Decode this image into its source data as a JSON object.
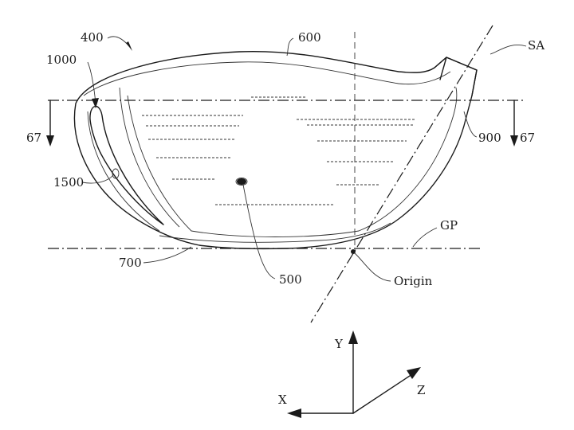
{
  "labels": {
    "l400": "400",
    "l600": "600",
    "lSA": "SA",
    "l1000": "1000",
    "l67left": "67",
    "l67right": "67",
    "l900": "900",
    "l1500": "1500",
    "lGP": "GP",
    "l700": "700",
    "l500": "500",
    "lOrigin": "Origin",
    "lY": "Y",
    "lZ": "Z",
    "lX": "X"
  },
  "colors": {
    "line": "#1a1a1a",
    "background": "#ffffff"
  }
}
